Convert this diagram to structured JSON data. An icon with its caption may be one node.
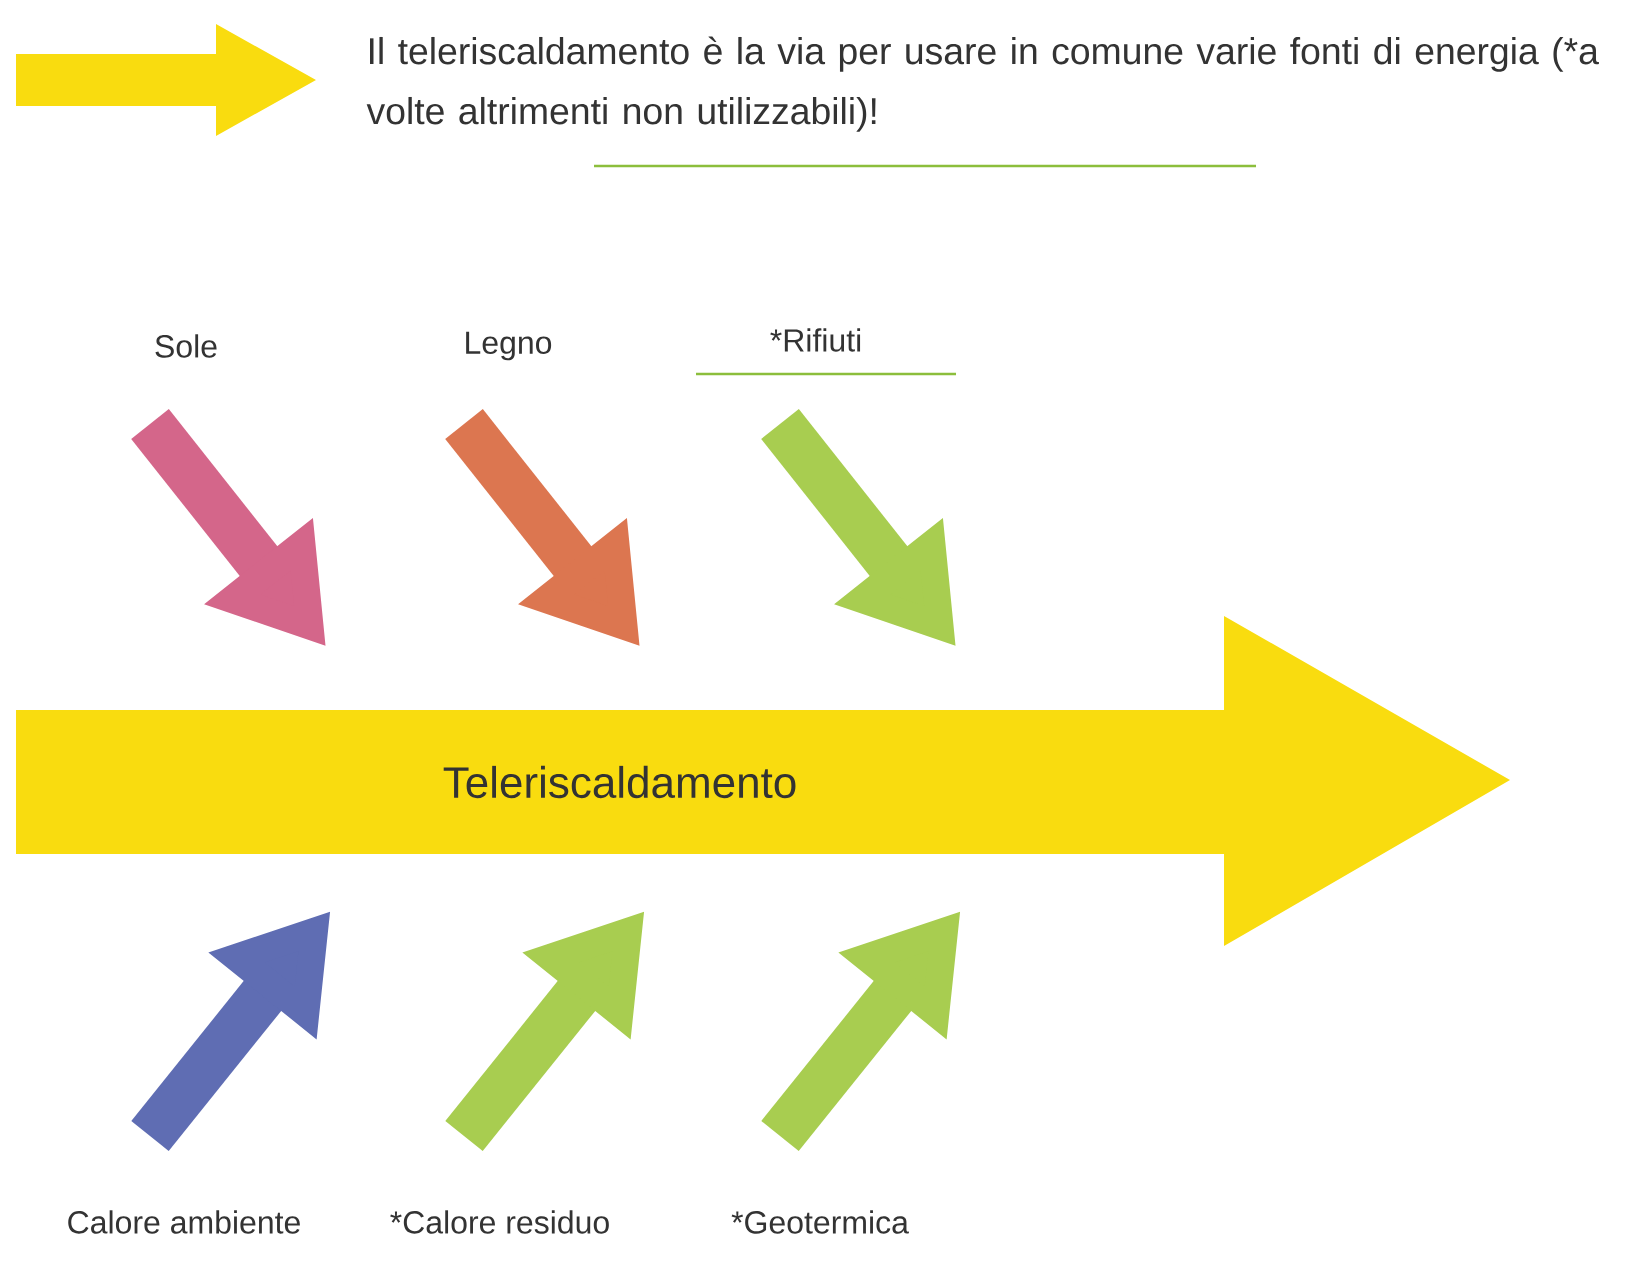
{
  "diagram": {
    "nodes": [
      {
        "text": [
          "Sole"
        ]
      },
      {
        "text": [
          "Legno"
        ]
      },
      {
        "text": [
          "*Rifiuti"
        ]
      },
      {
        "text": [
          "Teleriscaldamento"
        ]
      },
      {
        "text": [
          "Calore ambiente"
        ]
      },
      {
        "text": [
          "*Calore residuo"
        ]
      },
      {
        "text": [
          "*Geotermica"
        ]
      }
    ],
    "edges": [
      {
        "from": 0,
        "to": 3,
        "arrow": "to",
        "color": "#d4668a"
      },
      {
        "from": 1,
        "to": 3,
        "arrow": "to",
        "color": "#dc7650"
      },
      {
        "from": 2,
        "to": 3,
        "arrow": "to",
        "color": "#a8cd50"
      },
      {
        "from": 4,
        "to": 3,
        "arrow": "to",
        "color": "#5f6db3"
      },
      {
        "from": 5,
        "to": 3,
        "arrow": "to",
        "color": "#a8cd50"
      },
      {
        "from": 6,
        "to": 3,
        "arrow": "to",
        "color": "#a8cd50"
      }
    ],
    "labels": [
      "Il teleriscaldamento è la via per usare in comune varie fonti di energia (*a volte altrimenti non utilizzabili)!"
    ]
  }
}
